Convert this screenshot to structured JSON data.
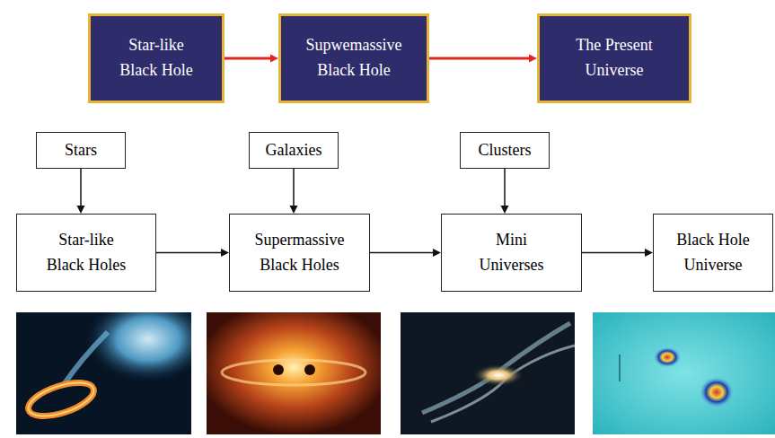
{
  "diagram": {
    "nodes": [
      {
        "text": [
          "Star-like Black Hole"
        ]
      },
      {
        "text": [
          "Supwemassive Black Hole"
        ]
      },
      {
        "text": [
          "The Present Universe"
        ]
      },
      {
        "text": [
          "Stars"
        ]
      },
      {
        "text": [
          "Galaxies"
        ]
      },
      {
        "text": [
          "Clusters"
        ]
      },
      {
        "text": [
          "Star-like Black Holes"
        ]
      },
      {
        "text": [
          "Supermassive Black Holes"
        ]
      },
      {
        "text": [
          "Mini Universes"
        ]
      },
      {
        "text": [
          "Black Hole Universe"
        ]
      }
    ],
    "edges": [
      {
        "from": 0,
        "to": 1,
        "arrow": "to"
      },
      {
        "from": 1,
        "to": 2,
        "arrow": "to"
      },
      {
        "from": 3,
        "to": 6,
        "arrow": "to"
      },
      {
        "from": 4,
        "to": 7,
        "arrow": "to"
      },
      {
        "from": 5,
        "to": 8,
        "arrow": "to"
      },
      {
        "from": 6,
        "to": 7,
        "arrow": "to"
      },
      {
        "from": 7,
        "to": 8,
        "arrow": "to"
      },
      {
        "from": 8,
        "to": 9,
        "arrow": "to"
      }
    ]
  }
}
